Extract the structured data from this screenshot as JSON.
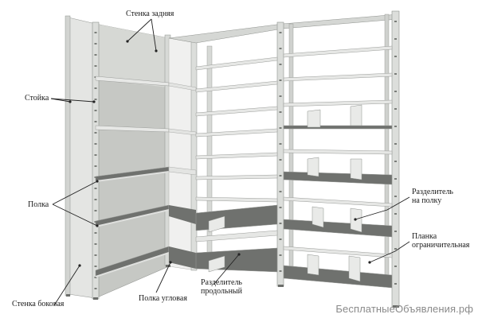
{
  "labels": {
    "back_wall": "Стенка задняя",
    "post": "Стойка",
    "shelf": "Полка",
    "side_wall": "Стенка боковая",
    "corner_shelf": "Полка угловая",
    "longitudinal_divider_line1": "Разделитель",
    "longitudinal_divider_line2": "продольный",
    "shelf_divider_line1": "Разделитель",
    "shelf_divider_line2": "на полку",
    "restraining_bar_line1": "Планка",
    "restraining_bar_line2": "ограничительная"
  },
  "watermark": "БесплатныеОбъявления.рф",
  "colors": {
    "metal": "#d9dbd8",
    "metal_dark": "#a9aca8",
    "shelf": "#6f716e",
    "shelf_edge": "#cfd1ce",
    "back_panel": "#c9cbc7",
    "line": "#222222"
  }
}
